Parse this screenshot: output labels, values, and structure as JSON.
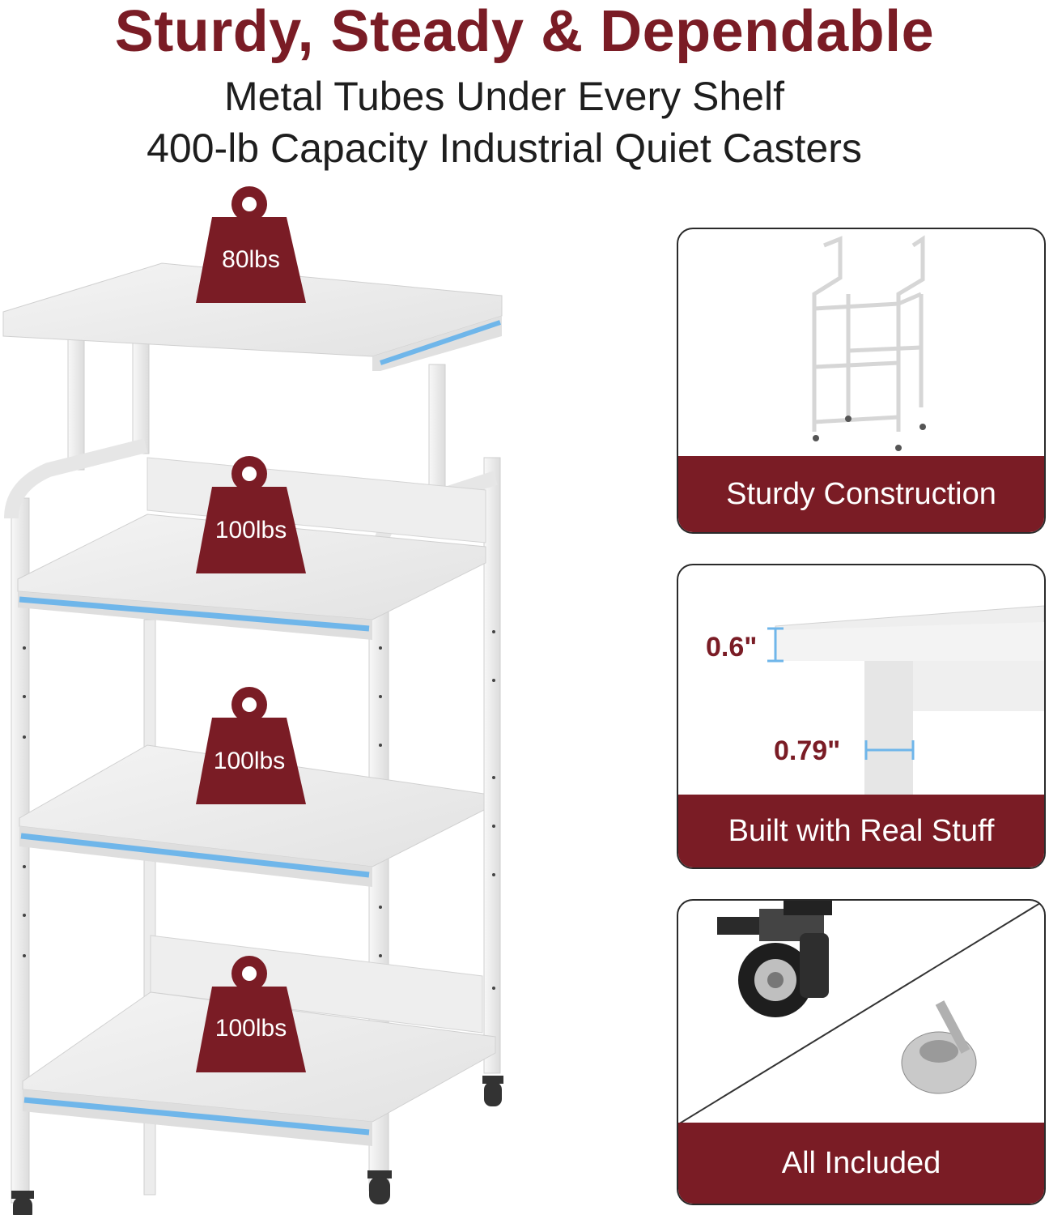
{
  "header": {
    "title": "Sturdy, Steady & Dependable",
    "line1": "Metal Tubes Under Every Shelf",
    "line2": "400-lb Capacity Industrial Quiet Casters"
  },
  "weights": {
    "top": "80lbs",
    "shelf2": "100lbs",
    "shelf3": "100lbs",
    "shelf4": "100lbs"
  },
  "cards": {
    "construction": {
      "label": "Sturdy Construction"
    },
    "material": {
      "label": "Built with Real Stuff",
      "thickness": "0.6\"",
      "tube": "0.79\""
    },
    "included": {
      "label": "All Included"
    }
  },
  "colors": {
    "brand": "#7a1c25",
    "accent_edge": "#6fb6ea",
    "text": "#1e1e1e"
  }
}
